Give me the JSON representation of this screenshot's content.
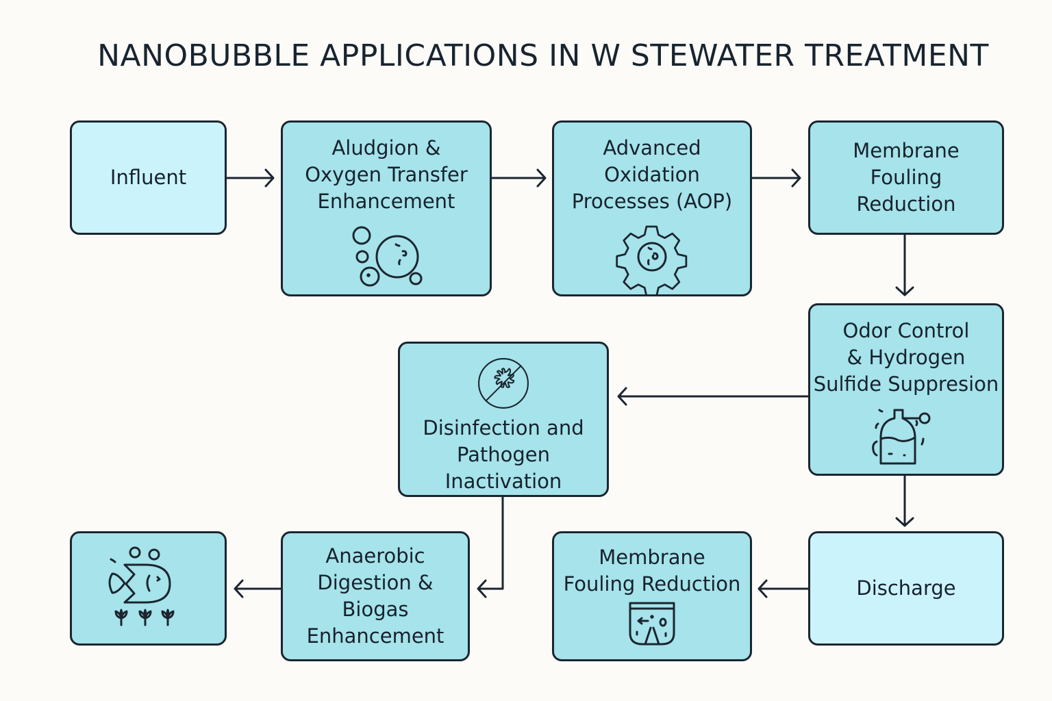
{
  "title": "NANOBUBBLE APPLICATIONS IN W STEWATER TREATMENT",
  "nodes": {
    "influent": {
      "label": "Influent"
    },
    "oxygen": {
      "label": "Aludgion &\nOxygen Transfer\nEnhancement",
      "icon": "bubbles-icon"
    },
    "aop": {
      "label": "Advanced\nOxidation\nProcesses (AOP)",
      "icon": "gear-icon"
    },
    "membrane_top": {
      "label": "Membrane\nFouling\nReduction"
    },
    "odor": {
      "label": "Odor Control\n& Hydrogen\nSulfide Suppresion",
      "icon": "spray-bottle-icon"
    },
    "disinfection": {
      "label": "Disinfection and\nPathogen Inactivation",
      "icon": "no-pathogen-icon"
    },
    "discharge": {
      "label": "Discharge"
    },
    "membrane_bottom": {
      "label": "Membrane\nFouling Reduction",
      "icon": "membrane-filter-icon"
    },
    "anaerobic": {
      "label": "Anaerobic\nDigestion &\nBiogas\nEnhancement"
    },
    "aquaculture": {
      "icon": "fish-plants-icon"
    }
  },
  "colors": {
    "box": "#a6e3ea",
    "box_light": "#cbf3fb",
    "stroke": "#1b2530",
    "background": "#fcfbf8"
  }
}
